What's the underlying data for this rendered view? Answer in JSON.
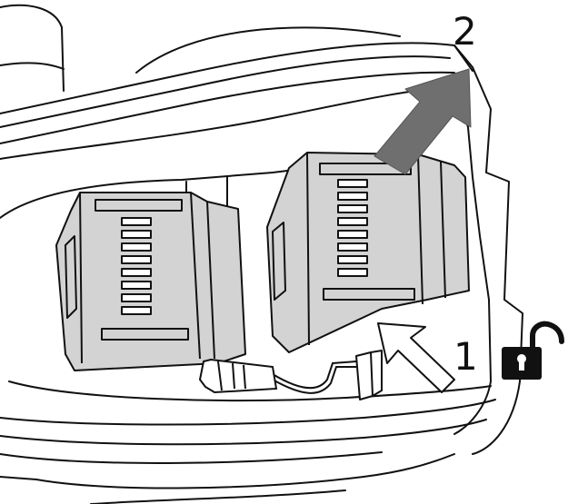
{
  "diagram": {
    "steps": [
      {
        "id": "release",
        "label": "1"
      },
      {
        "id": "lift",
        "label": "2"
      }
    ],
    "icons": {
      "lock": "unlocked-padlock-icon",
      "release_arrow": "outline-arrow-icon",
      "lift_arrow": "filled-arrow-icon"
    },
    "colors": {
      "line": "#111111",
      "module_fill": "#d3d3d3",
      "arrow_fill": "#6f6f6f",
      "background": "#ffffff"
    }
  }
}
